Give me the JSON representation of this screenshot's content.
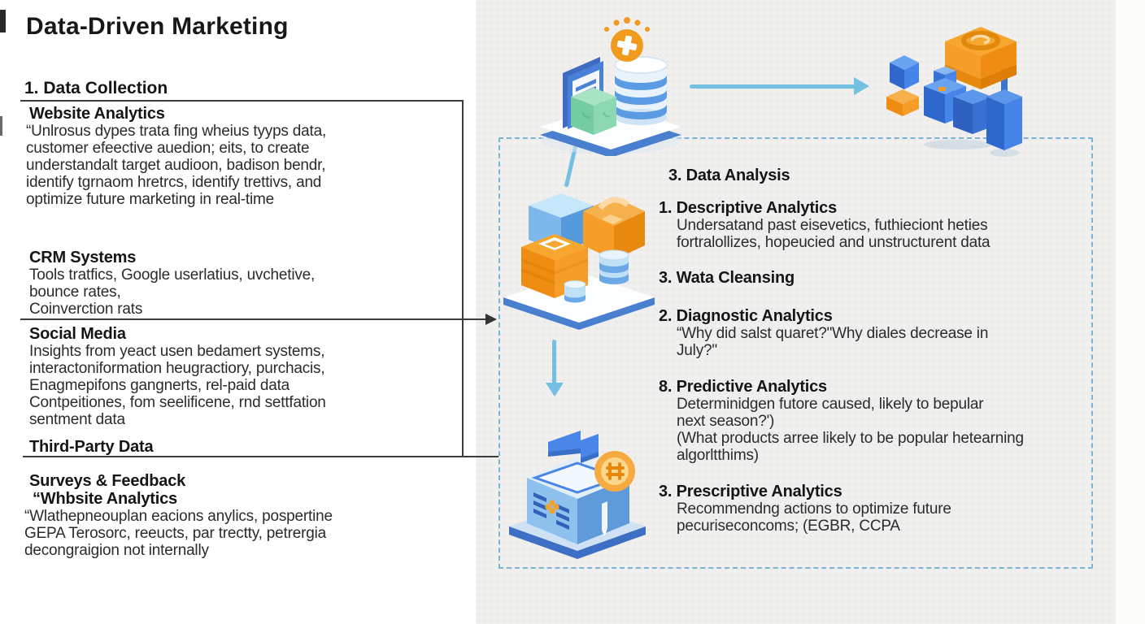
{
  "title": "Data-Driven Marketing",
  "left_panel": {
    "section_heading": "1. Data Collection",
    "website": {
      "heading": "Website Analytics",
      "body": "“Unlrosus dypes trata fing wheius tyyps data,\ncustomer efeective auedion; eits, to create\nunderstandalt target audioon, badison bendr,\nidentify tgrnaom hretrcs, identify trettivs, and\noptimize future marketing in real-time"
    },
    "crm": {
      "heading": "CRM Systems",
      "body": "Tools tratfics, Google userlatius, uvchetive,\nbounce rates,\nCoinverction rats"
    },
    "social": {
      "heading": "Social Media",
      "body": "Insights from yeact usen bedamert systems,\ninteractoniformation heugractiory, purchacis,\nEnagmepifons gangnerts, rel-paid data\nContpeitiones, fom seelificene, rnd settfation\nsentment data"
    },
    "third_party": {
      "heading": "Third-Party Data"
    },
    "surveys": {
      "heading": "Surveys & Feedback",
      "subheading": "“Whbsite Analytics",
      "body": "“Wlathepneouplan eacions anylics, pospertine\n GEPA  Terosorc, reeucts, par trectty, petrergia\ndecongraigion not internally"
    }
  },
  "right_panel": {
    "analysis_heading": "3. Data Analysis",
    "descriptive": {
      "heading": "1. Descriptive Analytics",
      "body": "Undersatand past eisevetics, futhieciont heties\nfortralollizes, hopeucied and unstructurent data"
    },
    "cleansing": {
      "heading": "3. Wata Cleansing"
    },
    "diagnostic": {
      "heading": "2. Diagnostic Analytics",
      "body": "“Why did salst quaret?\"Why diales decrease in\nJuly?\""
    },
    "predictive": {
      "heading": "8. Predictive Analytics",
      "body": "Determinidgen futore caused, likely to bepular\nnext season?')\n(What products arree likely to be popular hetearning\nalgorltthims)"
    },
    "prescriptive": {
      "heading": "3. Prescriptive Analytics",
      "body": "Recommendng actions to optimize future\npecuriseconcoms; (EGBR, CCPA"
    }
  },
  "illustrations": {
    "collection": "database-documents-coin-illustration",
    "processing": "cube-packages-platform-illustration",
    "feedback": "message-device-gear-coin-illustration",
    "cluster": "cube-cluster-illustration"
  },
  "colors": {
    "panel_gray": "#f0efed",
    "dashed_border": "#7ab4d6",
    "arrow_blue": "#74c0e2",
    "line_dark": "#3c3c3c",
    "accent_blue": "#4a86e8",
    "accent_orange": "#f59d26",
    "accent_green": "#7fd0a8"
  }
}
